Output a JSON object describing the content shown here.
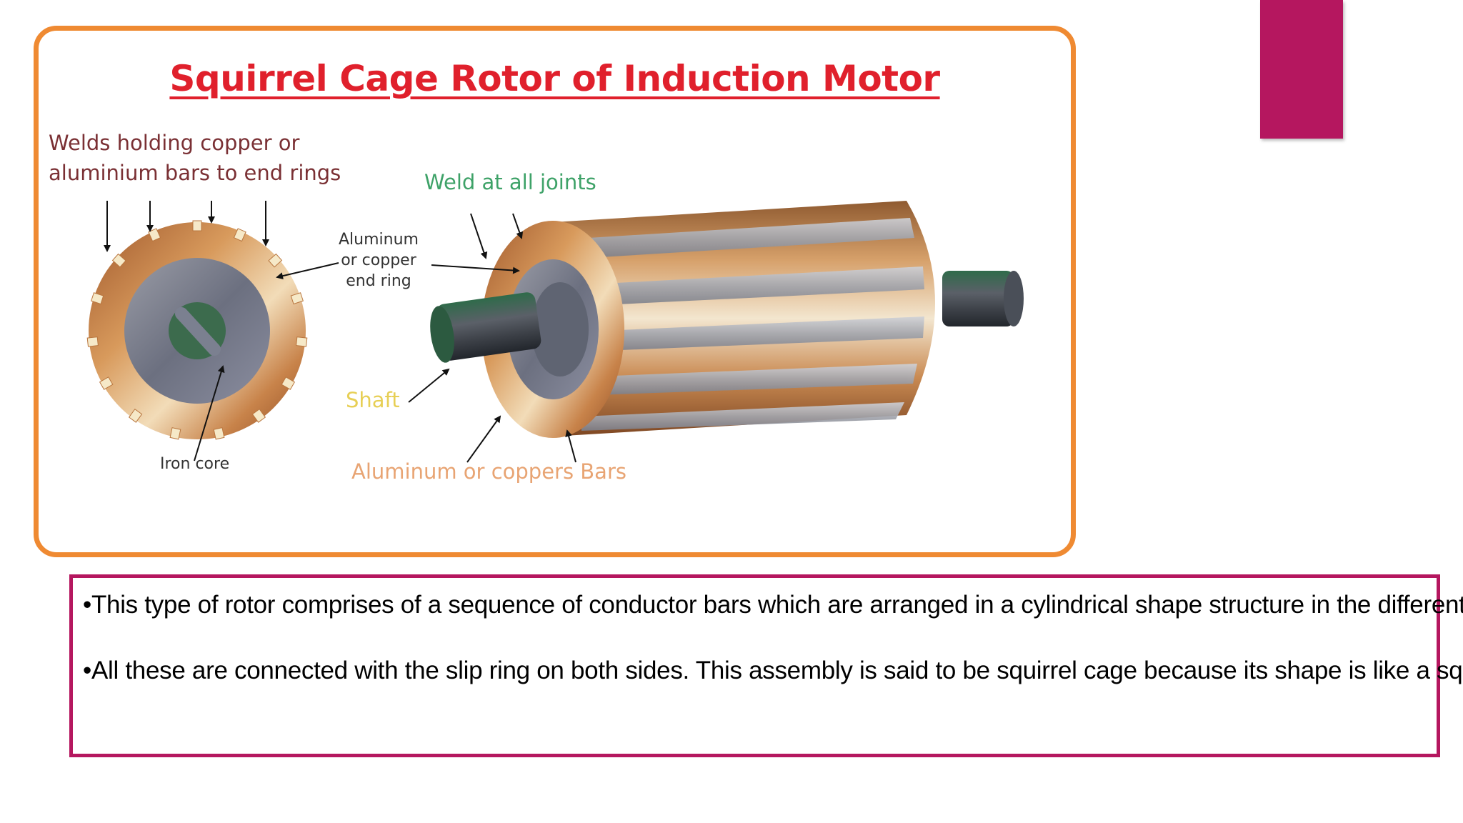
{
  "figure": {
    "title": "Squirrel Cage Rotor of Induction Motor",
    "labels": {
      "welds_line1": "Welds holding copper or",
      "welds_line2": "aluminium bars to end rings",
      "weld_joints": "Weld at all joints",
      "end_ring_line1": "Aluminum",
      "end_ring_line2": "or copper",
      "end_ring_line3": "end ring",
      "shaft": "Shaft",
      "iron_core": "Iron core",
      "bars": "Aluminum or coppers Bars"
    },
    "colors": {
      "frame": "#ef8a32",
      "title": "#e0202c",
      "welds_label": "#7a3034",
      "weld_joints_label": "#3ea268",
      "shaft_label": "#e7cf55",
      "bars_label": "#e8a473"
    }
  },
  "text_box": {
    "bullets": [
      "•This type of rotor comprises of a sequence of conductor bars which are arranged in a cylindrical shape structure in the different slots.",
      "•All these are connected with the slip ring on both sides. This assembly is said to be squirrel cage because its shape is like a squirrel."
    ],
    "border_color": "#b5175f"
  },
  "accent": {
    "color": "#b5175f"
  }
}
